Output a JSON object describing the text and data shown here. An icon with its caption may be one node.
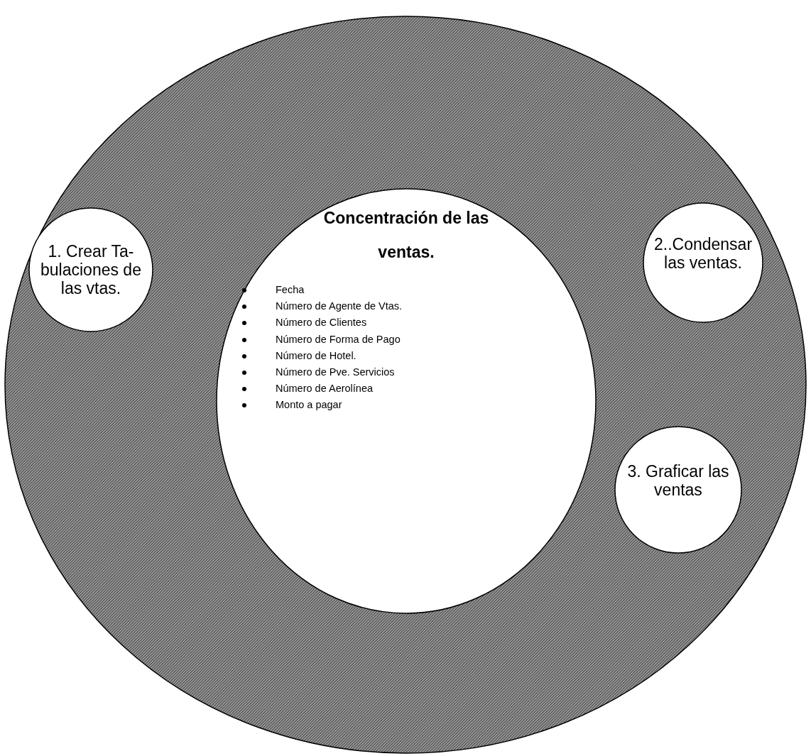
{
  "diagram": {
    "nodes": [
      {
        "text": [],
        "shape": "circle"
      },
      {
        "text": [
          "Concentración de las ventas.",
          "Fecha",
          "Número de Agente de Vtas.",
          "Número de Clientes",
          "Número de Forma de Pago",
          "Número de Hotel.",
          "Número de Pve. Servicios",
          "Número de Aerolínea",
          "Monto a pagar"
        ],
        "in": 0
      },
      {
        "text": [
          "1. Crear Ta-bulaciones de las vtas."
        ],
        "in": 0
      },
      {
        "text": [
          "2..Condensar las ventas."
        ],
        "in": 0
      },
      {
        "text": [
          "3. Graficar las ventas"
        ],
        "in": 0
      }
    ]
  }
}
